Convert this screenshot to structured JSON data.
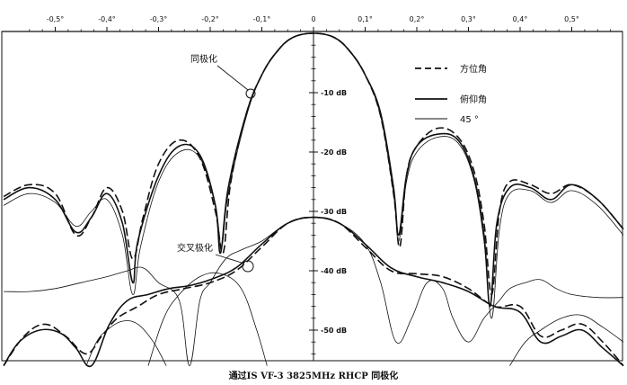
{
  "chart_data": {
    "type": "line",
    "title": "通过IS VF-3 3825MHz RHCP 同极化",
    "xlabel": "",
    "ylabel": "",
    "xlim": [
      -0.56,
      0.6
    ],
    "ylim": [
      -56,
      0
    ],
    "x_ticks": [
      {
        "value": -0.5,
        "label": "-0,5°"
      },
      {
        "value": -0.4,
        "label": "-0,4°"
      },
      {
        "value": -0.3,
        "label": "-0,3°"
      },
      {
        "value": -0.2,
        "label": "-0,2°"
      },
      {
        "value": -0.1,
        "label": "-0,1°"
      },
      {
        "value": 0,
        "label": "0"
      },
      {
        "value": 0.1,
        "label": "0,1°"
      },
      {
        "value": 0.2,
        "label": "0,2°"
      },
      {
        "value": 0.3,
        "label": "0,3°"
      },
      {
        "value": 0.4,
        "label": "0,4°"
      },
      {
        "value": 0.5,
        "label": "0,5°"
      }
    ],
    "y_ticks": [
      {
        "value": -10,
        "label": "-10 dB"
      },
      {
        "value": -20,
        "label": "-20 dB"
      },
      {
        "value": -30,
        "label": "-30 dB"
      },
      {
        "value": -40,
        "label": "-40 dB"
      },
      {
        "value": -50,
        "label": "-50 dB"
      }
    ],
    "legend": {
      "placement": "top-right",
      "entries": [
        {
          "label": "方位角",
          "style": "dashed"
        },
        {
          "label": "俯仰角",
          "style": "solid-thick"
        },
        {
          "label": "45 °",
          "style": "solid-thin"
        }
      ]
    },
    "annotations": [
      {
        "text": "同极化",
        "x": -0.125,
        "y": -10.2
      },
      {
        "text": "交叉极化",
        "x": -0.125,
        "y": -38.8
      }
    ],
    "grid": false,
    "series": [
      {
        "name": "方位角",
        "group": "同极化",
        "style": "dashed",
        "x": [
          -0.6,
          -0.55,
          -0.5,
          -0.46,
          -0.43,
          -0.4,
          -0.37,
          -0.35,
          -0.33,
          -0.3,
          -0.26,
          -0.22,
          -0.19,
          -0.175,
          -0.16,
          -0.13,
          -0.1,
          -0.07,
          -0.04,
          0,
          0.04,
          0.07,
          0.1,
          0.13,
          0.155,
          0.167,
          0.18,
          0.2,
          0.24,
          0.28,
          0.31,
          0.33,
          0.345,
          0.36,
          0.38,
          0.42,
          0.46,
          0.5,
          0.55,
          0.6
        ],
        "y": [
          -27.5,
          -25.5,
          -27,
          -34,
          -31,
          -26,
          -30,
          -38,
          -31,
          -22,
          -18,
          -21,
          -30,
          -37,
          -25,
          -13.5,
          -7,
          -3,
          -0.7,
          0,
          -0.7,
          -3,
          -7,
          -14,
          -27,
          -36,
          -24,
          -19,
          -16,
          -17.5,
          -23,
          -32,
          -44,
          -30,
          -25,
          -25.5,
          -27,
          -25.5,
          -28,
          -33
        ]
      },
      {
        "name": "俯仰角",
        "group": "同极化",
        "style": "solid-thick",
        "x": [
          -0.6,
          -0.55,
          -0.5,
          -0.46,
          -0.43,
          -0.4,
          -0.37,
          -0.35,
          -0.34,
          -0.3,
          -0.26,
          -0.22,
          -0.19,
          -0.18,
          -0.165,
          -0.13,
          -0.1,
          -0.07,
          -0.04,
          0,
          0.04,
          0.07,
          0.1,
          0.13,
          0.155,
          0.165,
          0.18,
          0.2,
          0.24,
          0.28,
          0.31,
          0.33,
          0.342,
          0.355,
          0.38,
          0.42,
          0.46,
          0.5,
          0.55,
          0.6
        ],
        "y": [
          -28,
          -26,
          -28,
          -33.5,
          -31,
          -27,
          -32,
          -42,
          -35,
          -24,
          -19,
          -20.5,
          -29,
          -37,
          -26,
          -13.5,
          -7,
          -3,
          -0.7,
          0,
          -0.7,
          -3,
          -7,
          -13.5,
          -26,
          -34,
          -24,
          -19,
          -17,
          -18,
          -24,
          -34,
          -46,
          -32,
          -26,
          -26,
          -28,
          -25.5,
          -28,
          -33
        ]
      },
      {
        "name": "45 °",
        "group": "同极化",
        "style": "solid-thin",
        "x": [
          -0.6,
          -0.55,
          -0.5,
          -0.46,
          -0.43,
          -0.4,
          -0.37,
          -0.35,
          -0.335,
          -0.3,
          -0.26,
          -0.22,
          -0.19,
          -0.178,
          -0.165,
          -0.13,
          -0.1,
          -0.07,
          -0.04,
          0,
          0.04,
          0.07,
          0.1,
          0.13,
          0.155,
          0.165,
          0.18,
          0.2,
          0.24,
          0.28,
          0.31,
          0.33,
          0.345,
          0.36,
          0.38,
          0.42,
          0.46,
          0.5,
          0.55,
          0.6
        ],
        "y": [
          -29,
          -27,
          -28.5,
          -32.5,
          -30,
          -28,
          -34,
          -44,
          -36,
          -25,
          -20,
          -21,
          -29,
          -36,
          -27,
          -14,
          -7,
          -3,
          -0.7,
          0,
          -0.7,
          -3,
          -7,
          -14,
          -27,
          -35,
          -25,
          -20,
          -17.5,
          -18.5,
          -24.5,
          -35,
          -48,
          -33,
          -27,
          -26.5,
          -28.5,
          -26.5,
          -29,
          -34
        ]
      },
      {
        "name": "方位角",
        "group": "交叉极化",
        "style": "dashed",
        "x": [
          -0.6,
          -0.56,
          -0.52,
          -0.48,
          -0.44,
          -0.41,
          -0.38,
          -0.34,
          -0.3,
          -0.25,
          -0.2,
          -0.15,
          -0.1,
          -0.05,
          0,
          0.05,
          0.1,
          0.15,
          0.2,
          0.25,
          0.3,
          0.35,
          0.4,
          0.44,
          0.48,
          0.52,
          0.56,
          0.6
        ],
        "y": [
          -56,
          -51,
          -49,
          -51,
          -54,
          -51,
          -48,
          -46,
          -44,
          -43,
          -42,
          -40,
          -36,
          -32,
          -31,
          -32,
          -36,
          -40,
          -40.5,
          -41,
          -43,
          -46,
          -46,
          -51,
          -50,
          -49,
          -52,
          -56
        ]
      },
      {
        "name": "俯仰角",
        "group": "交叉极化",
        "style": "solid-thick",
        "x": [
          -0.6,
          -0.57,
          -0.53,
          -0.49,
          -0.46,
          -0.43,
          -0.395,
          -0.36,
          -0.32,
          -0.28,
          -0.24,
          -0.2,
          -0.15,
          -0.1,
          -0.05,
          0,
          0.05,
          0.1,
          0.15,
          0.2,
          0.25,
          0.3,
          0.35,
          0.4,
          0.44,
          0.48,
          0.52,
          0.56,
          0.6
        ],
        "y": [
          -56,
          -52,
          -50,
          -50.5,
          -53,
          -56,
          -49,
          -45,
          -44,
          -43,
          -42.5,
          -41.5,
          -39.5,
          -35.5,
          -32,
          -31,
          -32,
          -35.5,
          -39.5,
          -41,
          -42,
          -43.5,
          -46,
          -47,
          -52,
          -51,
          -50,
          -53,
          -56
        ]
      },
      {
        "name": "45 °",
        "group": "交叉极化",
        "style": "solid-thin",
        "x": [
          -0.6,
          -0.55,
          -0.5,
          -0.45,
          -0.4,
          -0.38,
          -0.36,
          -0.33,
          -0.3,
          -0.26,
          -0.24,
          -0.22,
          -0.2,
          -0.17,
          -0.14,
          -0.1,
          -0.05,
          0,
          0.05,
          0.1,
          0.13,
          0.16,
          0.19,
          0.22,
          0.25,
          0.27,
          0.3,
          0.33,
          0.36,
          0.38,
          0.41,
          0.44,
          0.47,
          0.5,
          0.55,
          0.6
        ],
        "y": [
          -43.5,
          -43.5,
          -43,
          -42,
          -41,
          -40.5,
          -40,
          -39.5,
          -42,
          -45,
          -56,
          -45,
          -42,
          -38,
          -36.5,
          -35,
          -32,
          -31,
          -32,
          -35.5,
          -42,
          -52,
          -48,
          -42,
          -43,
          -48,
          -52,
          -48,
          -45,
          -43,
          -42,
          -41.5,
          -43,
          -44,
          -44.5,
          -44.5
        ]
      },
      {
        "name": "",
        "group": "交叉极化",
        "style": "solid-thin",
        "x": [
          -0.32,
          -0.29,
          -0.26,
          -0.22,
          -0.18,
          -0.14,
          -0.11,
          -0.09
        ],
        "y": [
          -56,
          -48,
          -44,
          -41,
          -40.5,
          -43,
          -50,
          -56
        ]
      },
      {
        "name": "",
        "group": "交叉极化",
        "style": "solid-thin",
        "x": [
          0.38,
          0.41,
          0.44,
          0.48,
          0.52,
          0.56,
          0.6
        ],
        "y": [
          -56,
          -52,
          -50,
          -48,
          -47.5,
          -49.5,
          -52
        ]
      },
      {
        "name": "",
        "group": "交叉极化",
        "style": "solid-thin",
        "x": [
          -0.44,
          -0.42,
          -0.4,
          -0.37,
          -0.34,
          -0.31,
          -0.285
        ],
        "y": [
          -56,
          -52,
          -50,
          -48.5,
          -49,
          -52,
          -56
        ]
      }
    ]
  }
}
